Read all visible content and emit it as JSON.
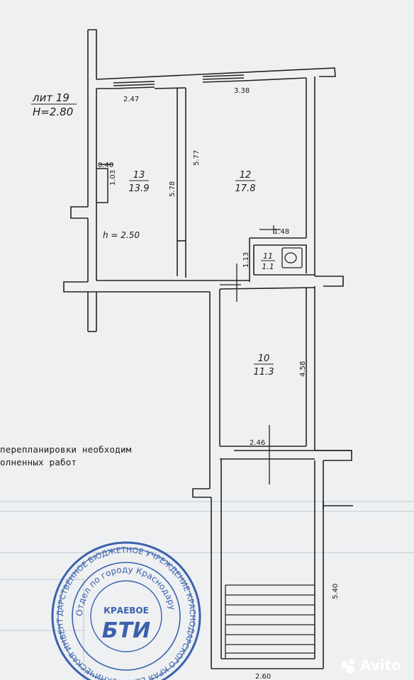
{
  "header": {
    "lit_label": "лит 19",
    "height_label": "H=2.80"
  },
  "rooms": [
    {
      "number": "13",
      "area": "13.9"
    },
    {
      "number": "12",
      "area": "17.8"
    },
    {
      "number": "11",
      "area": "1.1"
    },
    {
      "number": "10",
      "area": "11.3"
    }
  ],
  "dimensions": {
    "d247": "2.47",
    "d338": "3.38",
    "d040": "0.40",
    "d103": "1.03",
    "d578": "5.78",
    "d577": "5.77",
    "d148": "1.48",
    "d113": "1.13",
    "d458": "4.58",
    "d246": "2.46",
    "d540": "5.40",
    "d260": "2.60"
  },
  "ceiling_note": "h = 2.50",
  "notes": {
    "line1": "перепланировки необходим",
    "line2": "олненных работ"
  },
  "stamp": {
    "ring_text": "ДАРСТВЕННОЕ БЮДЖЕТНОЕ УЧРЕЖДЕНИЕ КРАСНОДАРСКОГО КРАЯ ЕВАЯ ТЕХНИЧЕСКАЯ ИНВЕНТАРИЗАЦИЯ КРАЕВОЕ",
    "inner_text": "Отдел по городу Краснодару",
    "logo_top": "КРАЕВОЕ",
    "logo_main": "БТИ",
    "color": "#2b56a8"
  },
  "watermark": {
    "text": "Avito"
  },
  "colors": {
    "wall": "#222222",
    "paper": "#eef0f2",
    "line": "#b7c0c8"
  }
}
